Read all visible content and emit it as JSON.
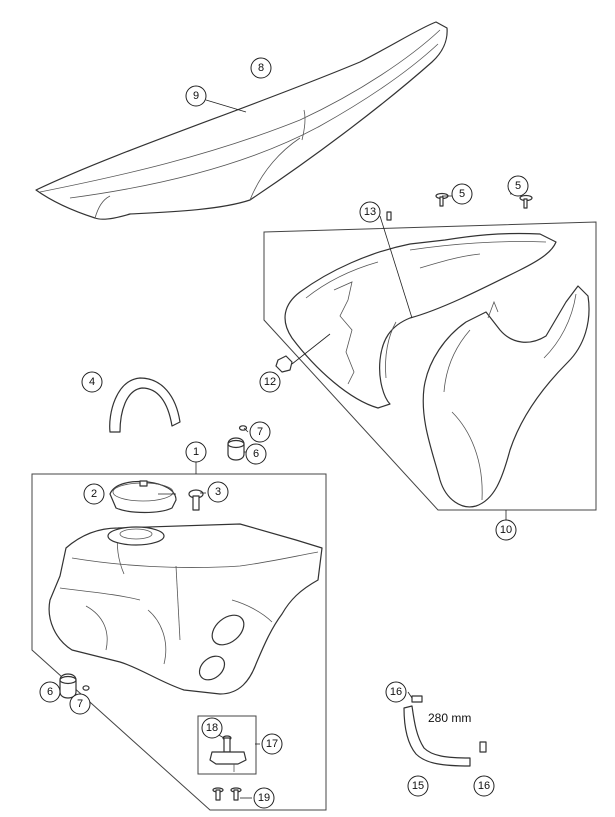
{
  "diagram": {
    "dimension_label": "280 mm",
    "callouts": [
      {
        "id": "c8",
        "label": "8"
      },
      {
        "id": "c9",
        "label": "9"
      },
      {
        "id": "c13",
        "label": "13"
      },
      {
        "id": "c5a",
        "label": "5"
      },
      {
        "id": "c5b",
        "label": "5"
      },
      {
        "id": "c4",
        "label": "4"
      },
      {
        "id": "c12",
        "label": "12"
      },
      {
        "id": "c7a",
        "label": "7"
      },
      {
        "id": "c6a",
        "label": "6"
      },
      {
        "id": "c1",
        "label": "1"
      },
      {
        "id": "c2",
        "label": "2"
      },
      {
        "id": "c3",
        "label": "3"
      },
      {
        "id": "c10",
        "label": "10"
      },
      {
        "id": "c6b",
        "label": "6"
      },
      {
        "id": "c7b",
        "label": "7"
      },
      {
        "id": "c18",
        "label": "18"
      },
      {
        "id": "c17",
        "label": "17"
      },
      {
        "id": "c19",
        "label": "19"
      },
      {
        "id": "c16a",
        "label": "16"
      },
      {
        "id": "c15",
        "label": "15"
      },
      {
        "id": "c16b",
        "label": "16"
      }
    ]
  }
}
